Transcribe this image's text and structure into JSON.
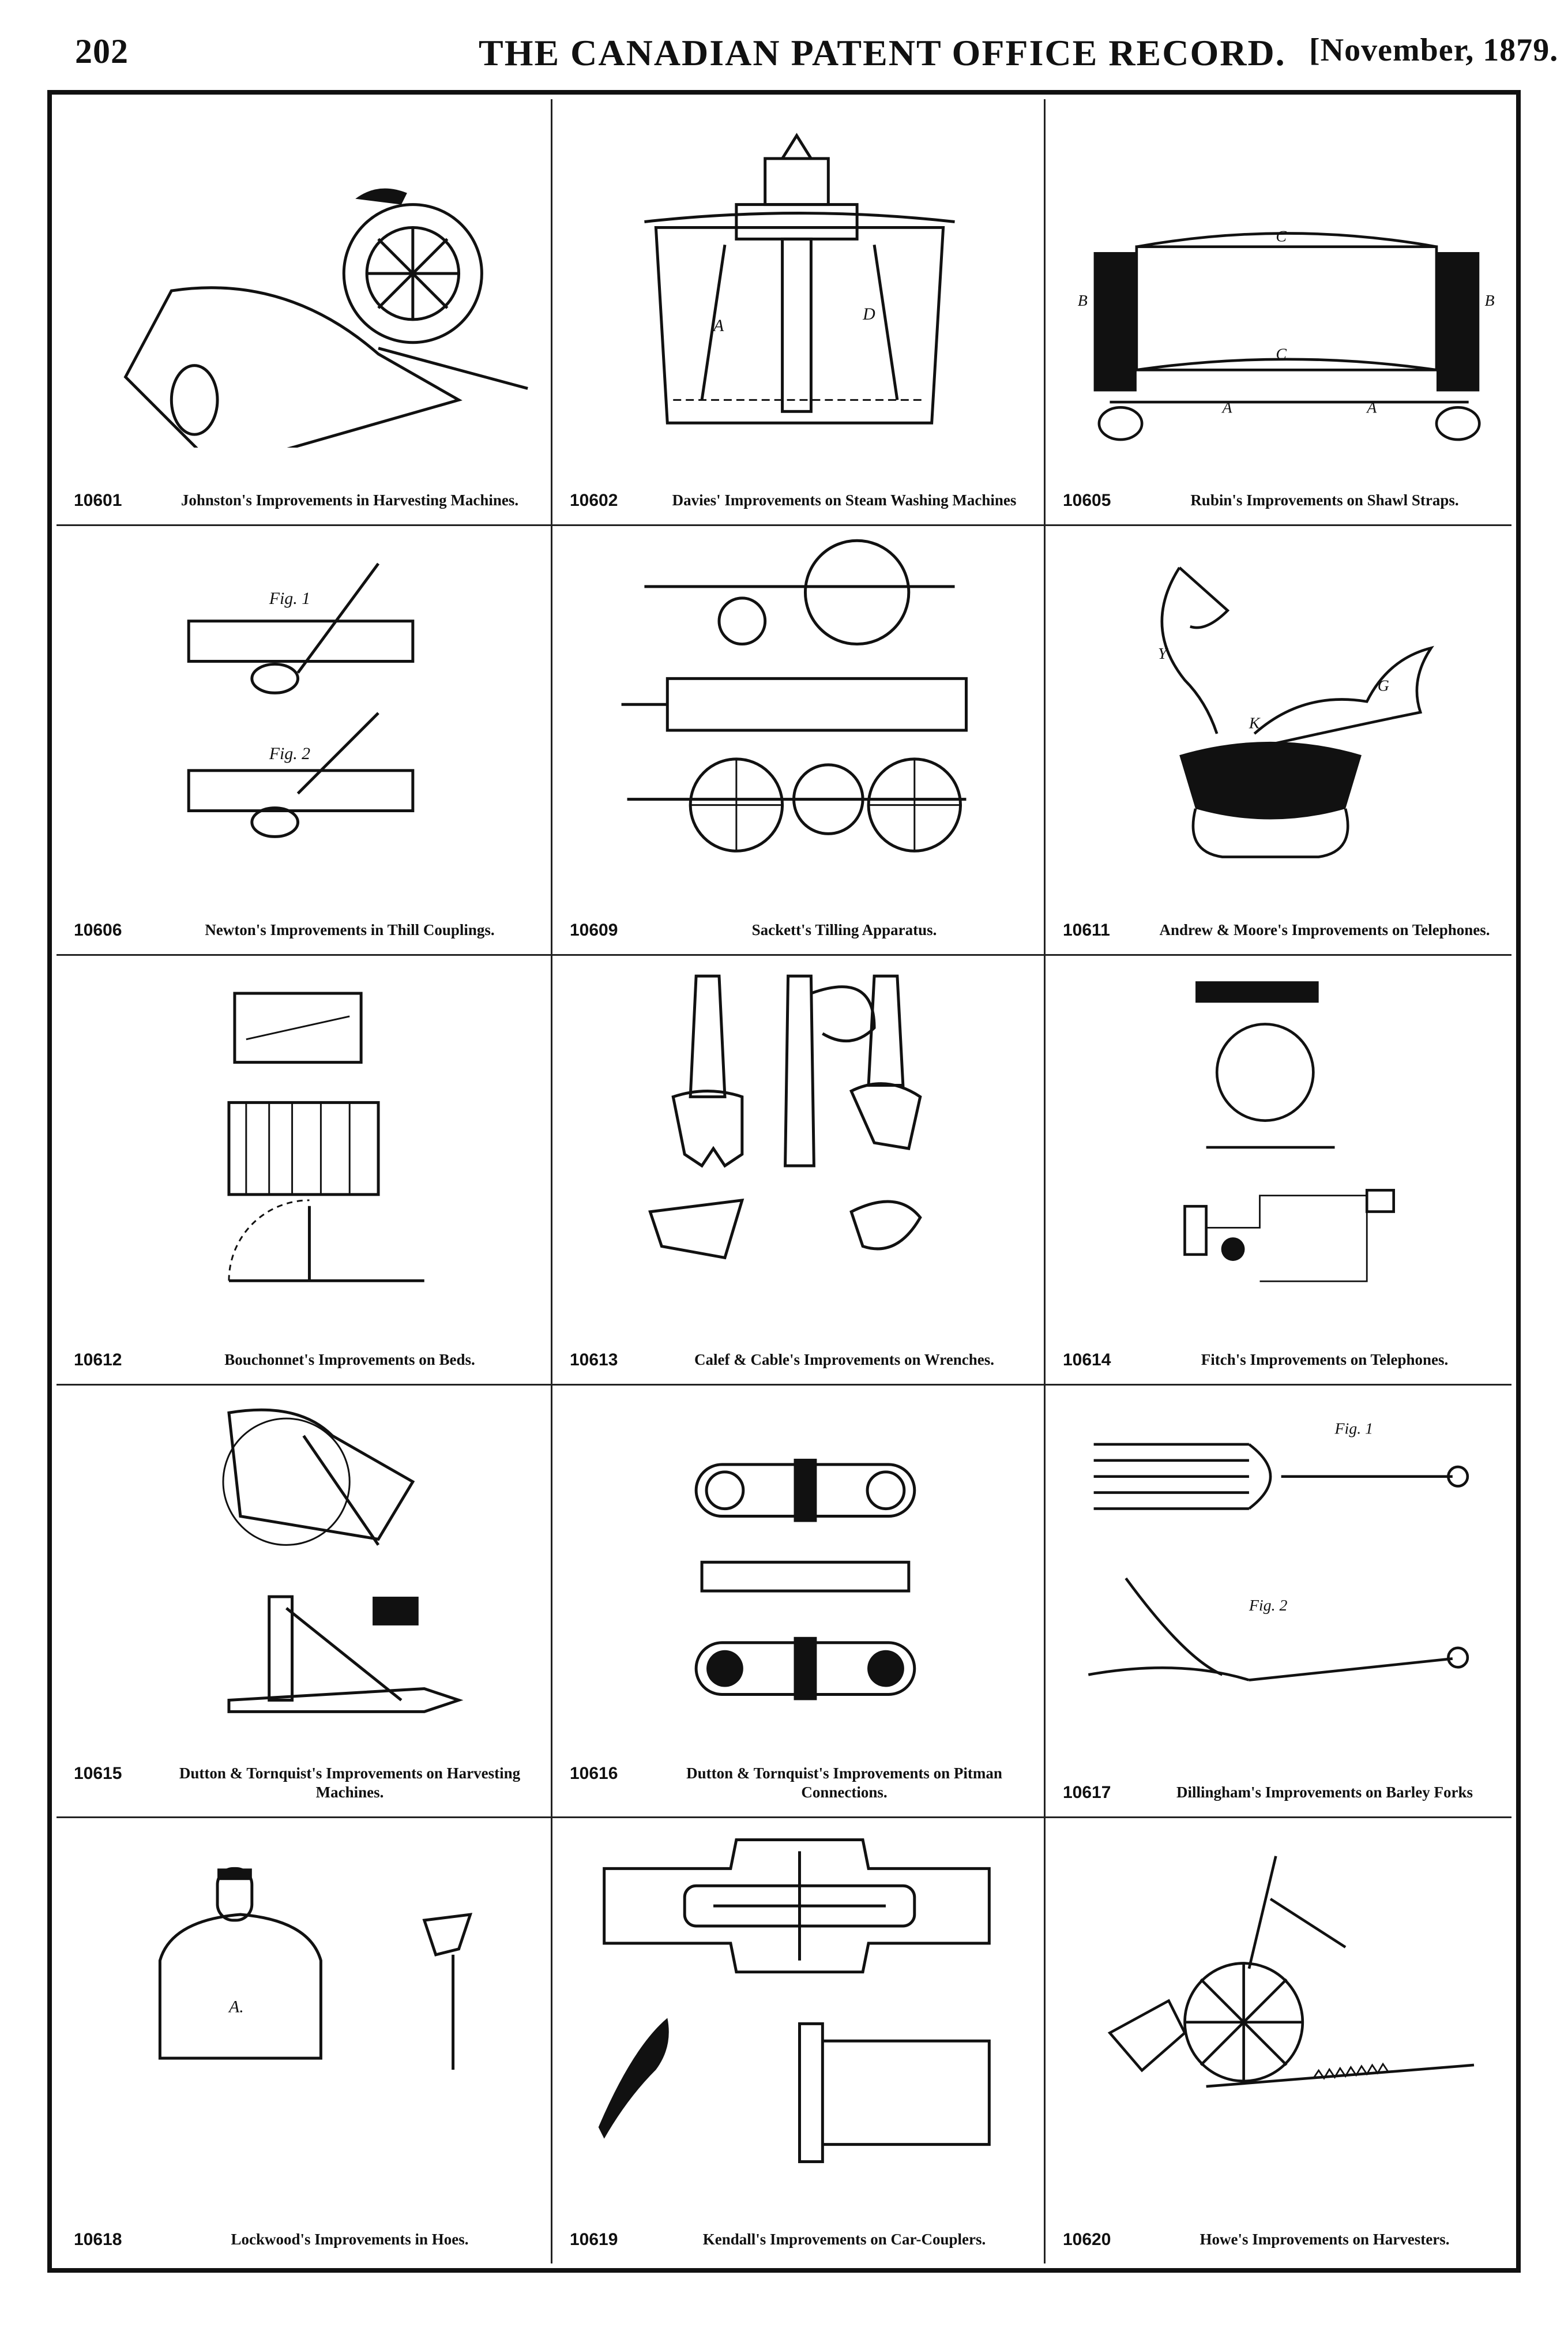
{
  "header": {
    "page_number": "202",
    "title": "THE CANADIAN PATENT OFFICE RECORD.",
    "date": "[November, 1879."
  },
  "patents": [
    {
      "number": "10601",
      "caption": "Johnston's Improvements in Harvesting Machines."
    },
    {
      "number": "10602",
      "caption": "Davies' Improvements on Steam Washing Machines"
    },
    {
      "number": "10605",
      "caption": "Rubin's Improvements on Shawl Straps."
    },
    {
      "number": "10606",
      "caption": "Newton's Improvements in Thill Couplings."
    },
    {
      "number": "10609",
      "caption": "Sackett's Tilling Apparatus."
    },
    {
      "number": "10611",
      "caption": "Andrew & Moore's Improvements on Telephones."
    },
    {
      "number": "10612",
      "caption": "Bouchonnet's Improvements on Beds."
    },
    {
      "number": "10613",
      "caption": "Calef & Cable's Improvements on Wrenches."
    },
    {
      "number": "10614",
      "caption": "Fitch's Improvements on Telephones."
    },
    {
      "number": "10615",
      "caption": "Dutton & Tornquist's Improvements on Harvesting Machines."
    },
    {
      "number": "10616",
      "caption": "Dutton & Tornquist's Improvements on Pitman Connections."
    },
    {
      "number": "10617",
      "caption": "Dillingham's Improvements on Barley Forks"
    },
    {
      "number": "10618",
      "caption": "Lockwood's Improvements in Hoes."
    },
    {
      "number": "10619",
      "caption": "Kendall's Improvements on Car-Couplers."
    },
    {
      "number": "10620",
      "caption": "Howe's Improvements on Harvesters."
    }
  ],
  "figure_labels": {
    "fig1": "Fig. 1",
    "fig2": "Fig. 2"
  }
}
